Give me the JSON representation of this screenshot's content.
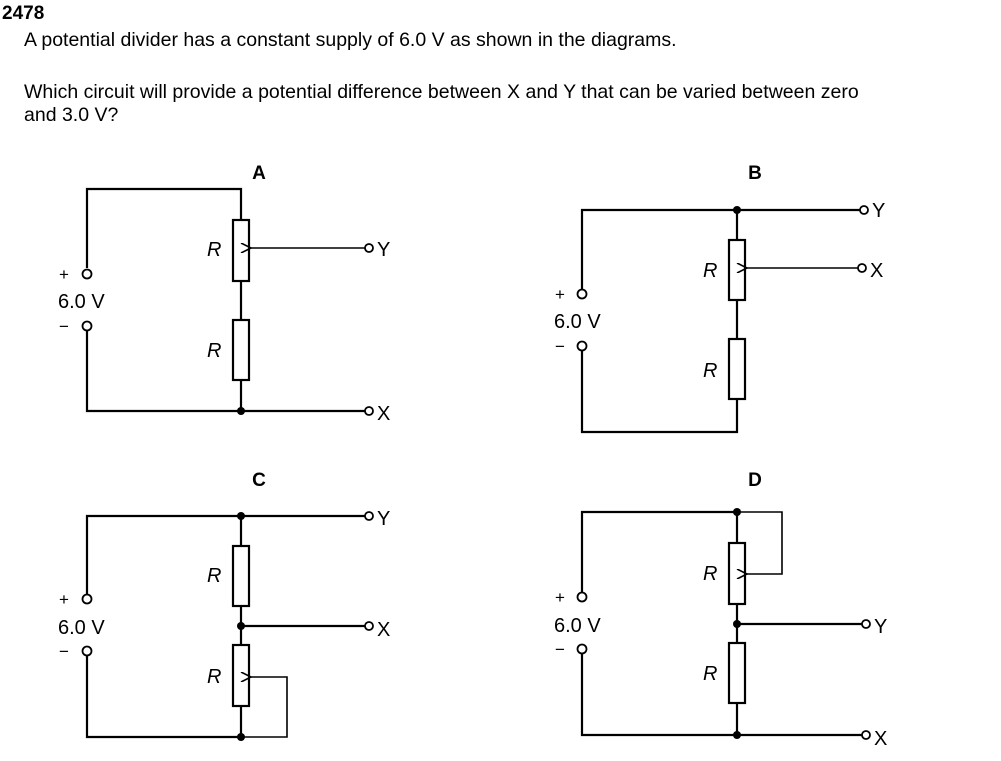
{
  "question": {
    "number": "2478",
    "line1": "A potential divider has a constant supply of 6.0 V as shown in the diagrams.",
    "line2a": "Which circuit will provide a potential difference between X and Y that can be varied between zero",
    "line2b": "and 3.0 V?"
  },
  "supply": {
    "plus": "+",
    "minus": "−",
    "voltage": "6.0 V"
  },
  "resistor_label": "R",
  "circuits": [
    {
      "id": "A",
      "label": "A",
      "out_top": "Y",
      "out_bottom": "X",
      "description": "Top resistor is a potentiometer with slider connected to Y; X connected to bottom junction"
    },
    {
      "id": "B",
      "label": "B",
      "out_top": "Y",
      "out_bottom": "X",
      "description": "Y connected to top junction; top resistor potentiometer slider connected to X"
    },
    {
      "id": "C",
      "label": "C",
      "out_top": "Y",
      "out_bottom": "X",
      "description": "Y at top junction; X at middle junction; bottom resistor is variable (slider shorted to bottom)"
    },
    {
      "id": "D",
      "label": "D",
      "out_top": "Y",
      "out_bottom": "X",
      "description": "Top resistor is variable (slider shorted to top); Y at middle junction; X at bottom junction"
    }
  ]
}
